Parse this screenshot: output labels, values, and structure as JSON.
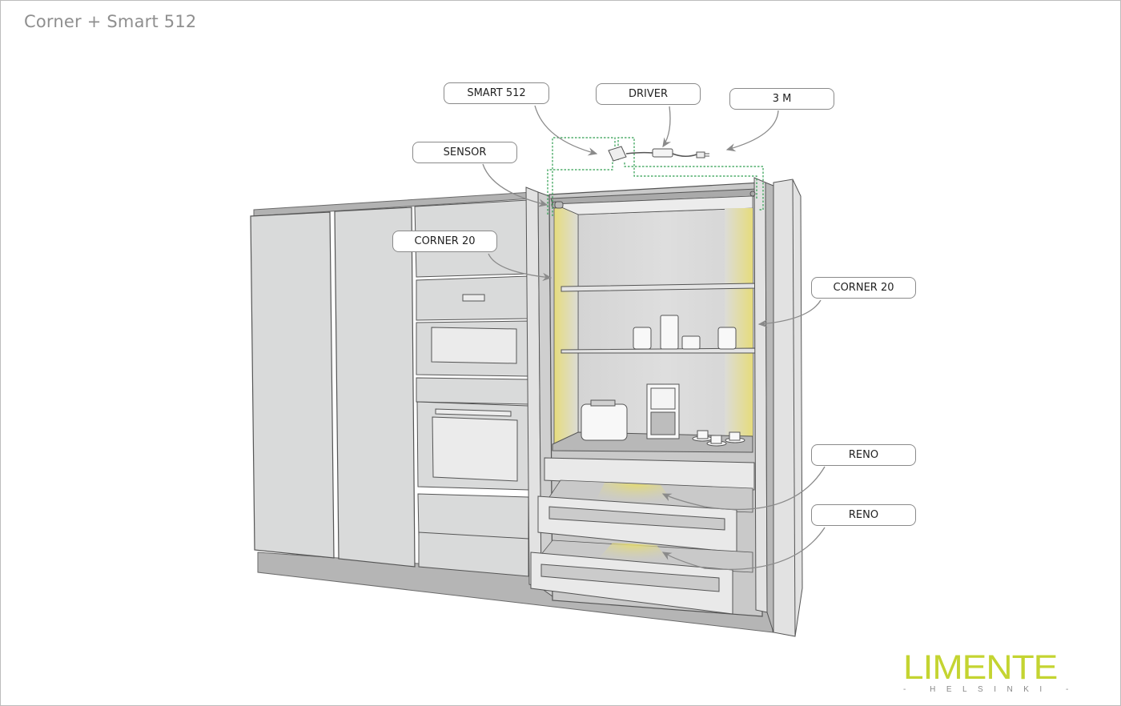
{
  "page": {
    "title": "Corner + Smart 512"
  },
  "callouts": {
    "smart512": "SMART 512",
    "driver": "DRIVER",
    "three_m": "3 M",
    "sensor": "SENSOR",
    "corner20_left": "CORNER 20",
    "corner20_right": "CORNER 20",
    "reno_top": "RENO",
    "reno_bottom": "RENO"
  },
  "logo": {
    "brand": "LIMENTE",
    "sub": "- HELSINKI -"
  },
  "colors": {
    "brand": "#c4d431",
    "led_light": "#e8e08a",
    "wiring": "#2e9e4f",
    "cabinet": "#d9dada",
    "outline": "#5a5a5a"
  }
}
